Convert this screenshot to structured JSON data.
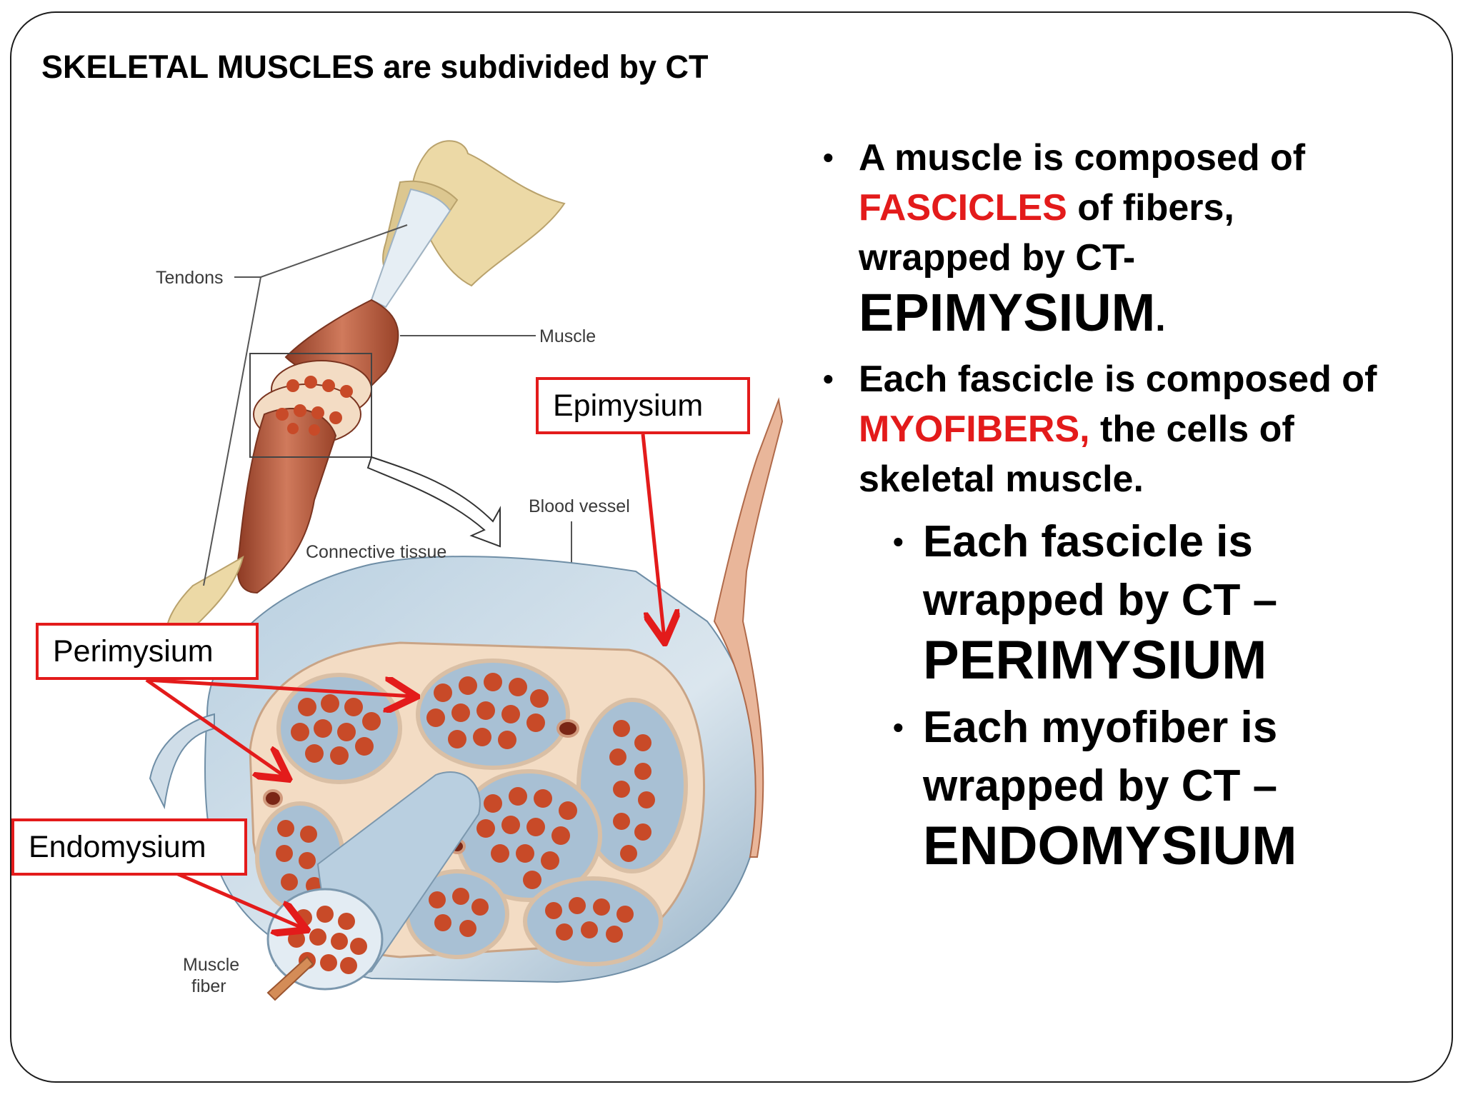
{
  "title": "SKELETAL MUSCLES are subdivided by CT",
  "diagram": {
    "labels": {
      "tendons": "Tendons",
      "muscle": "Muscle",
      "blood_vessel": "Blood vessel",
      "connective_tissue": "Connective tissue",
      "muscle_fiber_line1": "Muscle",
      "muscle_fiber_line2": "fiber"
    },
    "callouts": {
      "epimysium": "Epimysium",
      "perimysium": "Perimysium",
      "endomysium": "Endomysium"
    },
    "colors": {
      "callout_red": "#e31b1b",
      "muscle_red": "#b24a30",
      "fascicle_fill": "#a8c0d4",
      "fiber_red": "#c84a28",
      "sheath_cream": "#f3dcc4",
      "tendon_cream": "#ecd9a6"
    }
  },
  "bullets": [
    {
      "line1": "A muscle is composed of",
      "red": "FASCICLES",
      "after_red": " of fibers,",
      "line3": "wrapped by CT-",
      "big": "EPIMYSIUM",
      "big_suffix": "."
    },
    {
      "line1": "Each fascicle is composed of",
      "red": "MYOFIBERS,",
      "after_red": " the cells of",
      "line3": "skeletal muscle."
    }
  ],
  "subbullets": [
    {
      "line1": "Each fascicle is",
      "line2": "wrapped by CT –",
      "big": "PERIMYSIUM"
    },
    {
      "line1": "Each myofiber is",
      "line2": "wrapped by CT –",
      "big": "ENDOMYSIUM"
    }
  ],
  "bullet_glyph": "•"
}
